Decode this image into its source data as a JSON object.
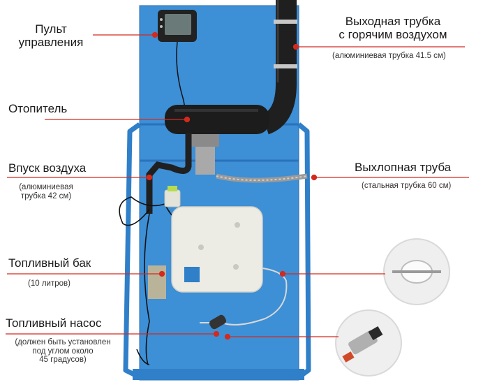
{
  "labels": {
    "control_panel": [
      "Пульт",
      "управления"
    ],
    "heater": "Отопитель",
    "air_intake": "Впуск воздуха",
    "air_intake_note": [
      "(алюминиевая",
      "трубка 42 см)"
    ],
    "fuel_tank": "Топливный бак",
    "fuel_tank_note": "(10 литров)",
    "fuel_pump": "Топливный насос",
    "fuel_pump_note": [
      "(должен быть установлен",
      "под углом около",
      "45 градусов)"
    ],
    "hot_air_outlet": [
      "Выходная трубка",
      "с горячим воздухом"
    ],
    "hot_air_outlet_note": "(алюминиевая трубка 41.5 см)",
    "exhaust": "Выхлопная труба",
    "exhaust_note": "(стальная трубка 60 см)"
  },
  "colors": {
    "panel_blue": "#3d8fd6",
    "frame_blue": "#2f7fc9",
    "leader_red": "#d42a1e",
    "heater_black": "#1c1c1c",
    "tank_white": "#ecebe4"
  }
}
